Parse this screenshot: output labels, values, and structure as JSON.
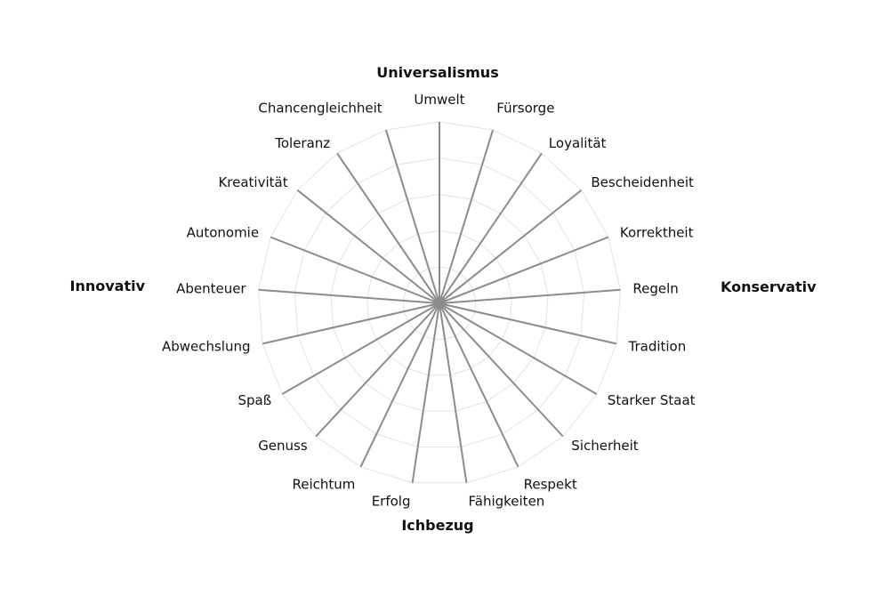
{
  "chart_data": {
    "type": "radar",
    "quadrants": {
      "top": "Universalismus",
      "right": "Konservativ",
      "bottom": "Ichbezug",
      "left": "Innovativ"
    },
    "axes": [
      "Umwelt",
      "Fürsorge",
      "Loyalität",
      "Bescheidenheit",
      "Korrektheit",
      "Regeln",
      "Tradition",
      "Starker Staat",
      "Sicherheit",
      "Respekt",
      "Fähigkeiten",
      "Erfolg",
      "Reichtum",
      "Genuss",
      "Spaß",
      "Abwechslung",
      "Abenteuer",
      "Autonomie",
      "Kreativität",
      "Toleranz",
      "Chancengleichheit"
    ],
    "rings": 5,
    "grid": true,
    "colors": {
      "axis": "#8c8c8c",
      "grid": "#e2e2e2",
      "text": "#111111"
    }
  }
}
